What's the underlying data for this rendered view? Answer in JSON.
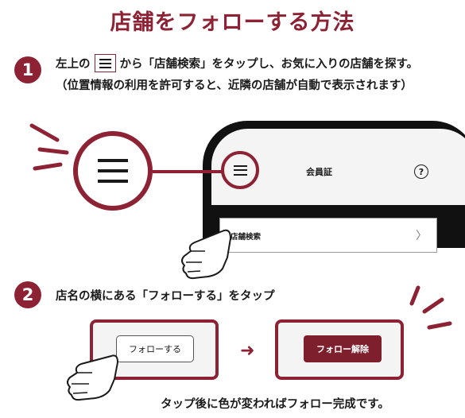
{
  "title": "店舗をフォローする方法",
  "colors": {
    "accent": "#8c2233",
    "button_filled": "#7d1f2c"
  },
  "step1": {
    "number": "1",
    "text_before": "左上の",
    "menu_icon": "hamburger-menu-icon",
    "text_after": "から「店舗検索」をタップし、お気に入りの店舗を探す。",
    "note": "（位置情報の利用を許可すると、近隣の店舗が自動で表示されます）"
  },
  "phone": {
    "header_title": "会員証",
    "help_icon": "?",
    "menu_item": "店舗検索",
    "chevron": "〉"
  },
  "step2": {
    "number": "2",
    "text": "店名の横にある「フォローする」をタップ",
    "button_before": "フォローする",
    "button_after": "フォロー解除",
    "arrow": "➜"
  },
  "footer": "タップ後に色が変わればフォロー完成です。"
}
